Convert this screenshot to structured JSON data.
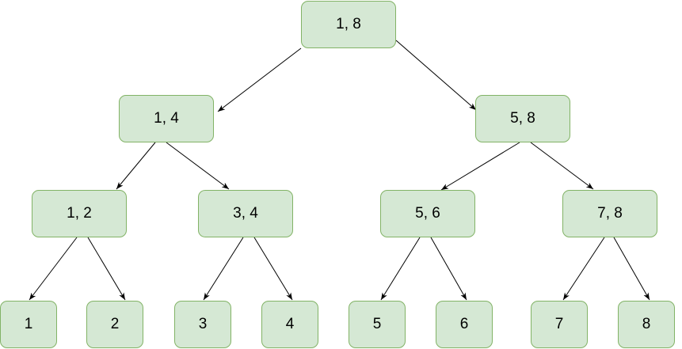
{
  "tree": {
    "root": "1, 8",
    "level1": [
      "1, 4",
      "5, 8"
    ],
    "level2": [
      "1, 2",
      "3, 4",
      "5, 6",
      "7, 8"
    ],
    "leaves": [
      "1",
      "2",
      "3",
      "4",
      "5",
      "6",
      "7",
      "8"
    ]
  },
  "colors": {
    "node_fill": "#d5e8d4",
    "node_border": "#82b366",
    "edge": "#000000"
  }
}
